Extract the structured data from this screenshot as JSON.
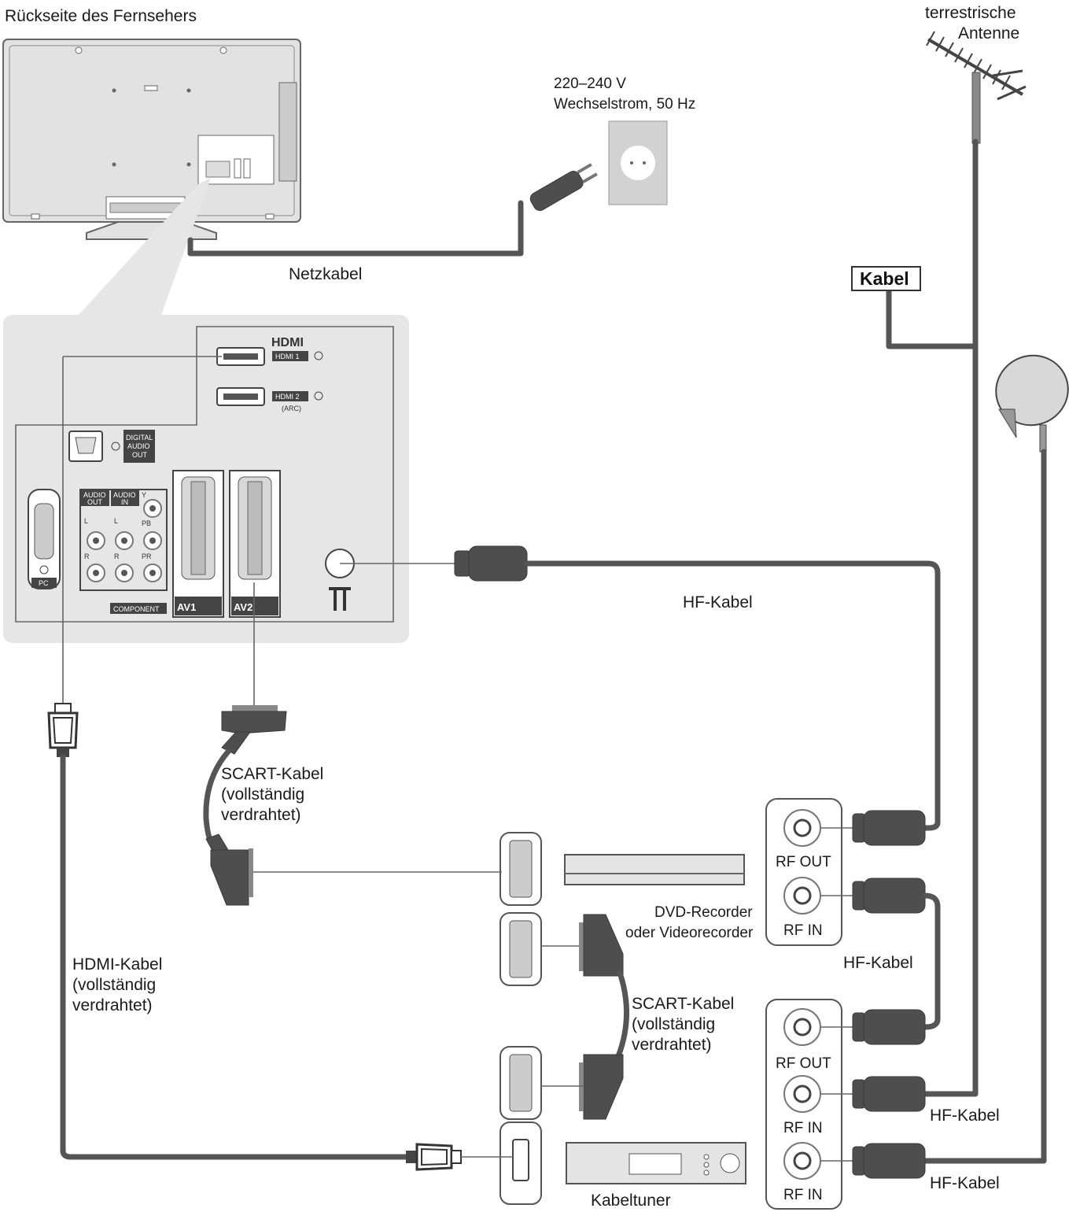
{
  "labels": {
    "tv_back": "Rückseite des Fernsehers",
    "antenna_line1": "terrestrische",
    "antenna_line2": "Antenne",
    "mains_line1": "220–240 V",
    "mains_line2": "Wechselstrom, 50 Hz",
    "power_cable": "Netzkabel",
    "cable_box": "Kabel",
    "rf_cable_top": "HF-Kabel",
    "scart1_line1": "SCART-Kabel",
    "scart1_line2": "(vollständig",
    "scart1_line3": "verdrahtet)",
    "dvd_line1": "DVD-Recorder",
    "dvd_line2": "oder Videorecorder",
    "rf_cable_mid": "HF-Kabel",
    "scart2_line1": "SCART-Kabel",
    "scart2_line2": "(vollständig",
    "scart2_line3": "verdrahtet)",
    "hdmi_line1": "HDMI-Kabel",
    "hdmi_line2": "(vollständig",
    "hdmi_line3": "verdrahtet)",
    "rf_cable_ant": "HF-Kabel",
    "rf_cable_sat": "HF-Kabel",
    "tuner": "Kabeltuner"
  },
  "ports": {
    "rf_out_dvd": "RF OUT",
    "rf_in_dvd": "RF IN",
    "rf_out_tuner": "RF OUT",
    "rf_in_tuner_1": "RF IN",
    "rf_in_tuner_2": "RF IN"
  },
  "panel": {
    "hdmi_logo": "HDMI",
    "hdmi1": "HDMI 1",
    "hdmi2": "HDMI 2",
    "arc": "(ARC)",
    "digital1": "DIGITAL",
    "digital2": "AUDIO",
    "digital3": "OUT",
    "audio_out1": "AUDIO",
    "audio_out2": "OUT",
    "audio_in1": "AUDIO",
    "audio_in2": "IN",
    "left": "L",
    "right": "R",
    "y": "Y",
    "pb": "PB",
    "pr": "PR",
    "component": "COMPONENT",
    "pc": "PC",
    "av1": "AV1",
    "av2": "AV2"
  },
  "colors": {
    "cable": "#555555",
    "device": "#e2e2e2",
    "panel_bg": "#e6e6e6"
  },
  "icons": [
    "power-plug-icon",
    "wall-socket-icon",
    "antenna-icon",
    "satellite-dish-icon",
    "hdmi-plug-icon",
    "scart-plug-icon",
    "rf-plug-icon"
  ]
}
